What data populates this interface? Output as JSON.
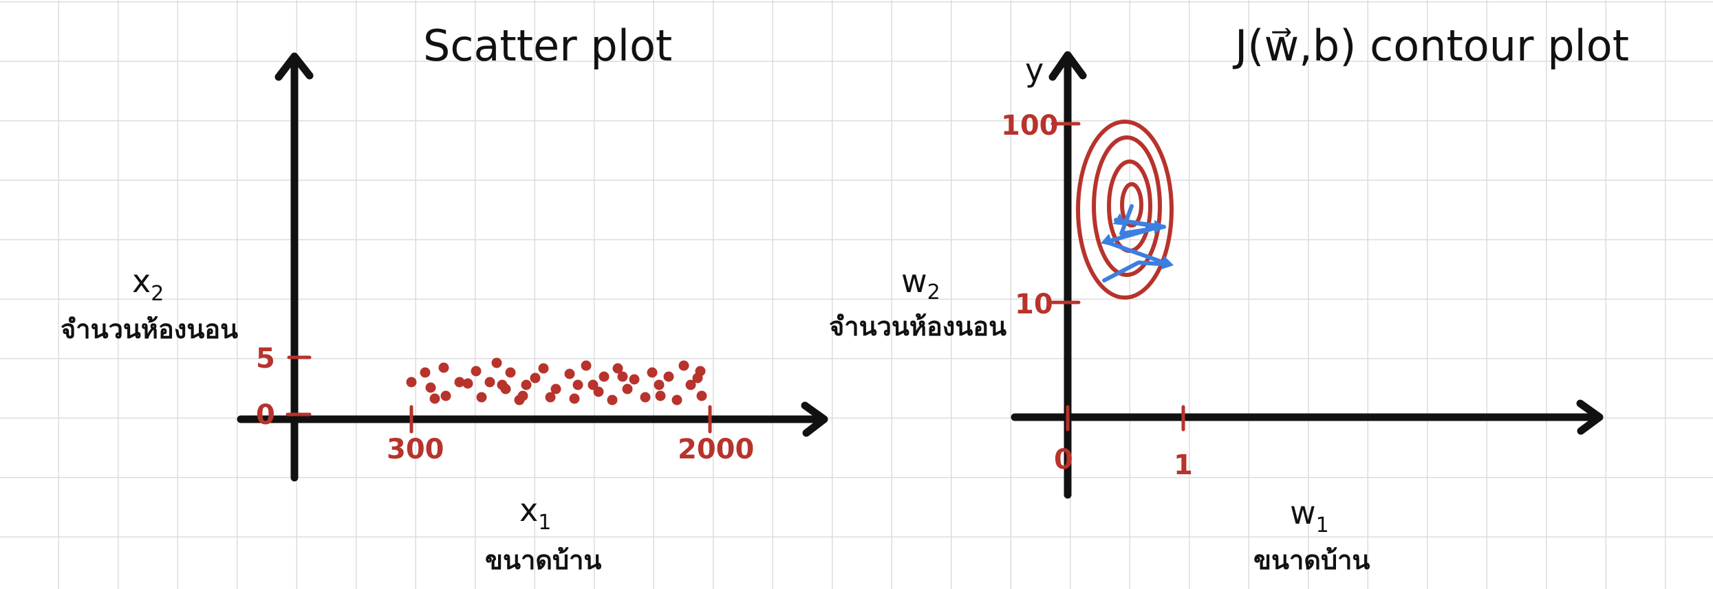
{
  "colors": {
    "ink": "#111111",
    "red": "#b7332c",
    "blue": "#3b7fe0",
    "grid": "#dcdcdc"
  },
  "scatter": {
    "title": "Scatter plot",
    "x_label": "x",
    "x_subscript": "1",
    "x_thai": "ขนาดบ้าน",
    "y_label": "x",
    "y_subscript": "2",
    "y_thai": "จำนวนห้องนอน",
    "x_ticks": [
      "300",
      "2000"
    ],
    "y_ticks": [
      "0",
      "5"
    ]
  },
  "contour": {
    "title": "J(w⃗,b) contour plot",
    "y_axis_letter": "y",
    "x_label": "w",
    "x_subscript": "1",
    "x_thai": "ขนาดบ้าน",
    "y_label": "w",
    "y_subscript": "2",
    "y_thai": "จำนวนห้องนอน",
    "x_ticks": [
      "0",
      "1"
    ],
    "y_ticks": [
      "100",
      "10"
    ]
  }
}
